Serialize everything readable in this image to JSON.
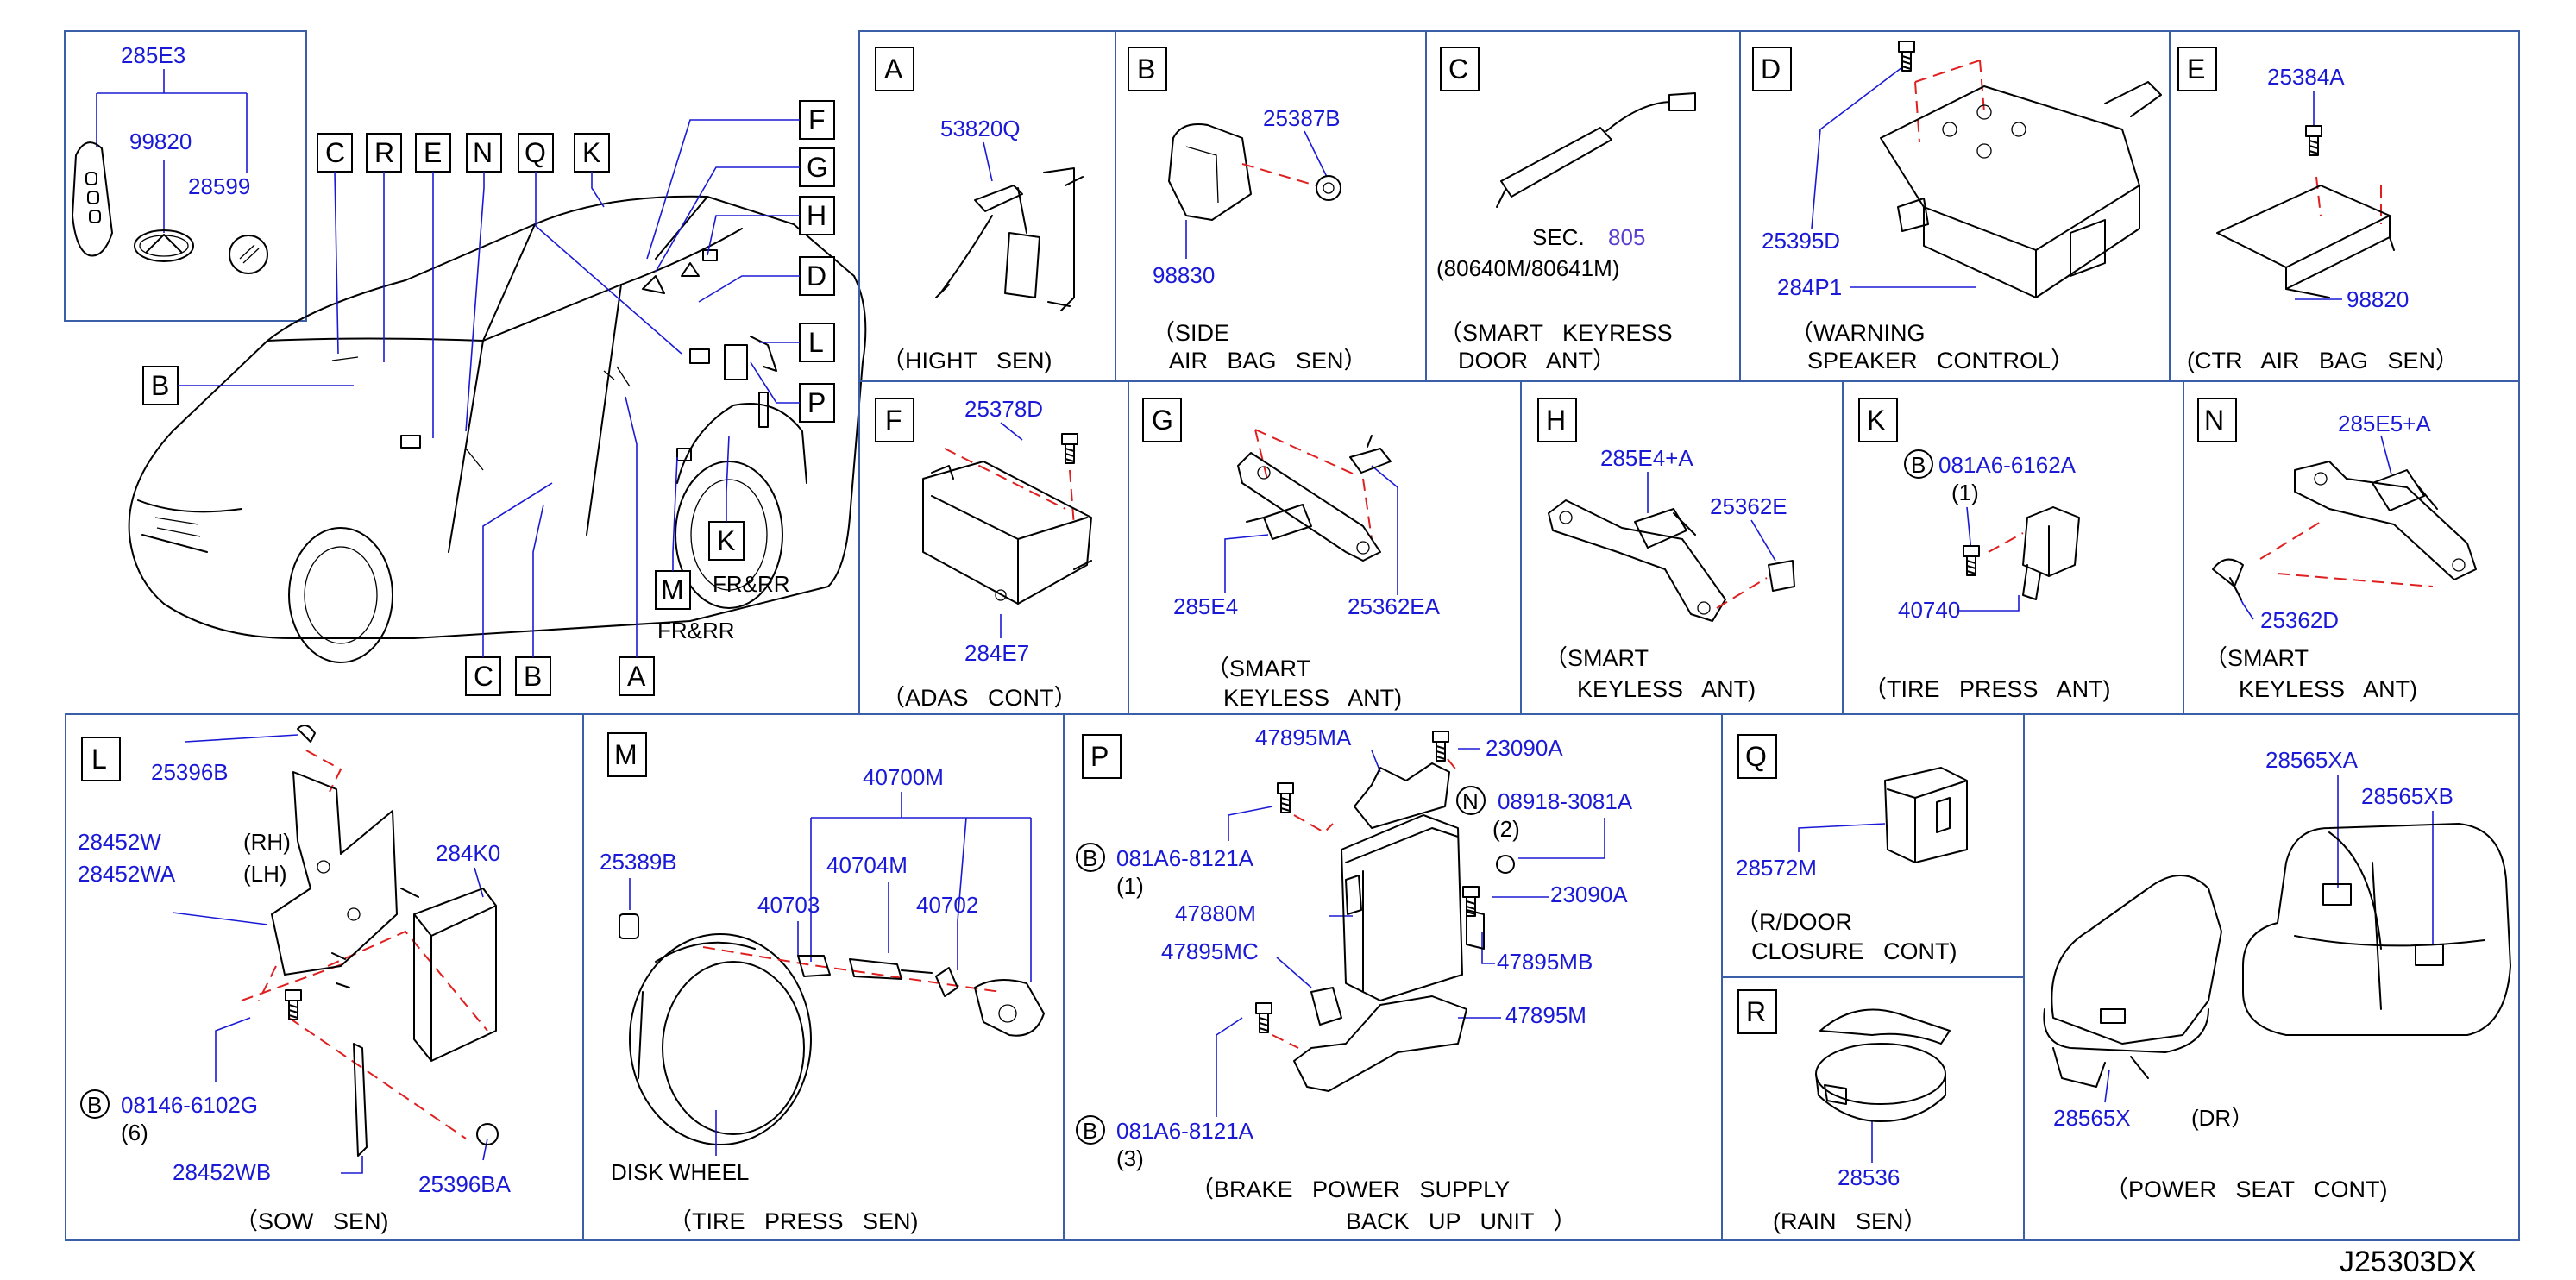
{
  "overview": {
    "key": {
      "p1": "285E3",
      "p2": "99820",
      "p3": "28599"
    },
    "labels": [
      "C",
      "R",
      "E",
      "N",
      "Q",
      "K",
      "F",
      "G",
      "H",
      "D",
      "L",
      "P",
      "B",
      "K",
      "M",
      "C",
      "B",
      "A"
    ],
    "notes": {
      "k_frrr": "FR&RR",
      "m_frrr": "FR&RR"
    }
  },
  "panels": {
    "A": {
      "letter": "A",
      "p1": "53820Q",
      "caption": "（HIGHT   SEN)"
    },
    "B": {
      "letter": "B",
      "p1": "25387B",
      "p2": "98830",
      "caption1": "（SIDE",
      "caption2": "AIR   BAG   SEN）"
    },
    "C": {
      "letter": "C",
      "sec": "SEC.",
      "sec_num": "805",
      "ref": "(80640M/80641M)",
      "caption1": "（SMART   KEYRESS",
      "caption2": "DOOR   ANT）"
    },
    "D": {
      "letter": "D",
      "p1": "25395D",
      "p2": "284P1",
      "caption1": "（WARNING",
      "caption2": "SPEAKER   CONTROL）"
    },
    "E": {
      "letter": "E",
      "p1": "25384A",
      "p2": "98820",
      "caption": "(CTR   AIR   BAG   SEN）"
    },
    "F": {
      "letter": "F",
      "p1": "25378D",
      "p2": "284E7",
      "caption": "（ADAS   CONT）"
    },
    "G": {
      "letter": "G",
      "p1": "285E4",
      "p2": "25362EA",
      "caption1": "（SMART",
      "caption2": "KEYLESS   ANT)"
    },
    "H": {
      "letter": "H",
      "p1": "285E4+A",
      "p2": "25362E",
      "caption1": "（SMART",
      "caption2": "KEYLESS   ANT)"
    },
    "K": {
      "letter": "K",
      "p1": "081A6-6162A",
      "q1": "(1)",
      "p2": "40740",
      "caption": "（TIRE   PRESS   ANT)"
    },
    "N": {
      "letter": "N",
      "p1": "285E5+A",
      "p2": "25362D",
      "caption1": "（SMART",
      "caption2": "KEYLESS   ANT)"
    },
    "L": {
      "letter": "L",
      "p1": "25396B",
      "p2": "28452W",
      "p2n": "(RH)",
      "p3": "28452WA",
      "p3n": "(LH)",
      "p4": "284K0",
      "p5": "08146-6102G",
      "q5": "(6)",
      "p6": "28452WB",
      "p7": "25396BA",
      "caption": "（SOW   SEN)"
    },
    "M": {
      "letter": "M",
      "p1": "40700M",
      "p2": "25389B",
      "p3": "40704M",
      "p4": "40703",
      "p5": "40702",
      "note": "DISK   WHEEL",
      "caption": "（TIRE   PRESS   SEN)"
    },
    "P": {
      "letter": "P",
      "p1": "47895MA",
      "p2": "23090A",
      "p3": "08918-3081A",
      "q3": "(2)",
      "p4": "081A6-8121A",
      "q4": "(1)",
      "p5": "23090A",
      "p6": "47880M",
      "p7": "47895MC",
      "p8": "47895MB",
      "p9": "47895M",
      "p10": "081A6-8121A",
      "q10": "(3)",
      "caption1": "（BRAKE   POWER   SUPPLY",
      "caption2": "BACK   UP   UNIT   ）"
    },
    "Q": {
      "letter": "Q",
      "p1": "28572M",
      "caption1": "（R/DOOR",
      "caption2": "CLOSURE   CONT)"
    },
    "R": {
      "letter": "R",
      "p1": "28536",
      "caption": "(RAIN   SEN）"
    },
    "S": {
      "p1": "28565XA",
      "p2": "28565XB",
      "p3": "28565X",
      "note": "(DR）",
      "caption": "（POWER   SEAT   CONT)"
    }
  },
  "bolt_marker": "B",
  "nut_marker": "N",
  "diagram_code": "J25303DX"
}
